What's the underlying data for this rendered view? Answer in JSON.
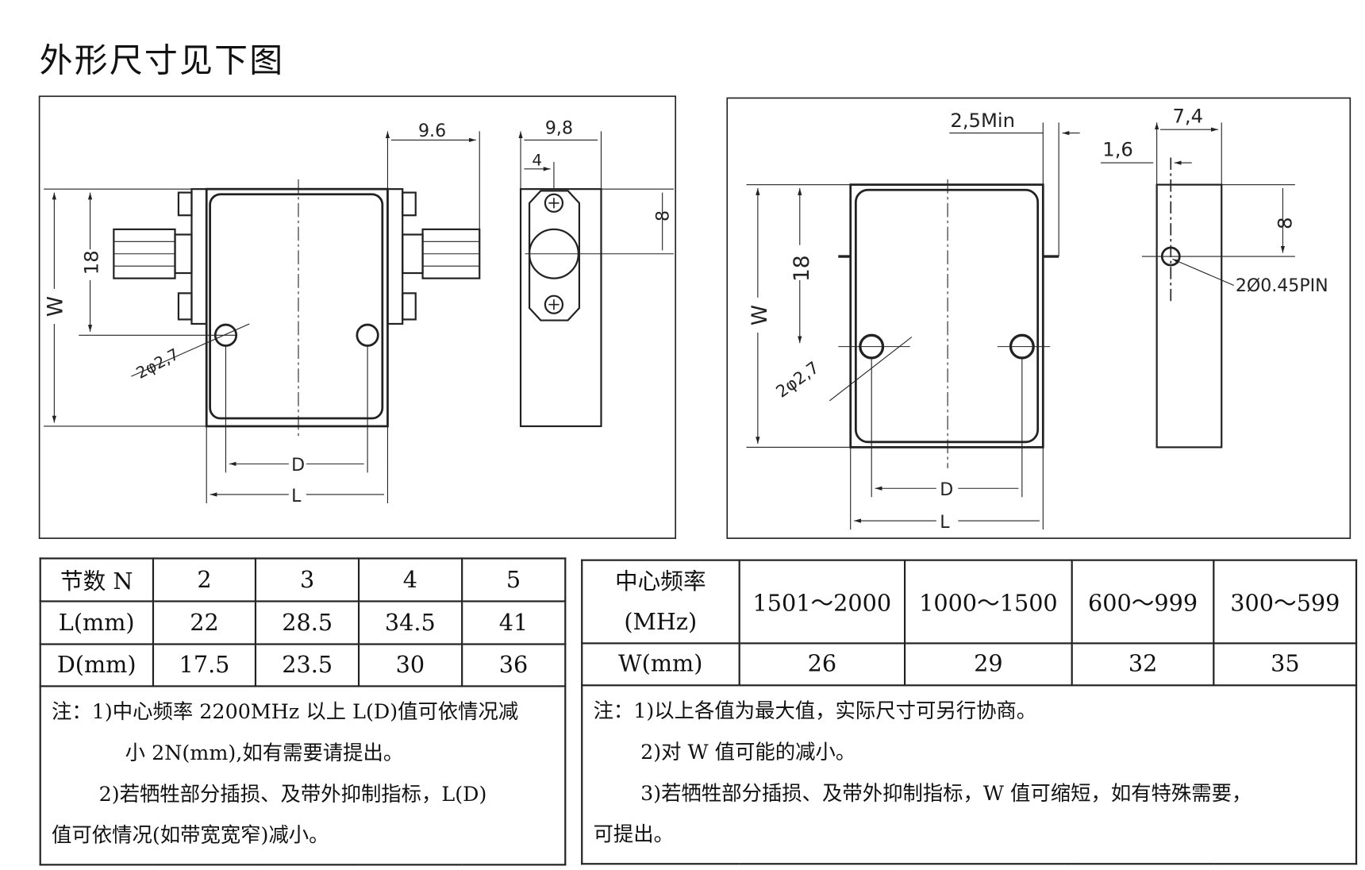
{
  "title": "外形尺寸见下图",
  "left_drawing": {
    "dim_9_6": "9.6",
    "dim_9_8": "9,8",
    "dim_4": "4",
    "dim_8": "8",
    "dim_18": "18",
    "dim_w": "W",
    "dim_d": "D",
    "dim_l": "L",
    "hole_label": "2φ2,7"
  },
  "right_drawing": {
    "dim_2_5min": "2,5Min",
    "dim_7_4": "7,4",
    "dim_1_6": "1,6",
    "dim_8": "8",
    "dim_18": "18",
    "dim_w": "W",
    "dim_d": "D",
    "dim_l": "L",
    "hole_label": "2φ2,7",
    "pin_label": "2Ø0.45PIN"
  },
  "table_left": {
    "rows": [
      [
        "节数 N",
        "2",
        "3",
        "4",
        "5"
      ],
      [
        "L(mm)",
        "22",
        "28.5",
        "34.5",
        "41"
      ],
      [
        "D(mm)",
        "17.5",
        "23.5",
        "30",
        "36"
      ]
    ],
    "notes": [
      "注：1)中心频率 2200MHz 以上 L(D)值可依情况减",
      "小 2N(mm),如有需要请提出。",
      "2)若牺牲部分插损、及带外抑制指标，L(D)",
      "值可依情况(如带宽宽窄)减小。"
    ]
  },
  "table_right": {
    "header_label": "中心频率",
    "header_unit": "(MHz)",
    "freqs": [
      "1501～2000",
      "1000～1500",
      "600～999",
      "300～599"
    ],
    "w_label": "W(mm)",
    "w_values": [
      "26",
      "29",
      "32",
      "35"
    ],
    "notes": [
      "注：1)以上各值为最大值，实际尺寸可另行协商。",
      "2)对 W 值可能的减小。",
      "3)若牺牲部分插损、及带外抑制指标，W 值可缩短，如有特殊需要，",
      "可提出。"
    ]
  }
}
